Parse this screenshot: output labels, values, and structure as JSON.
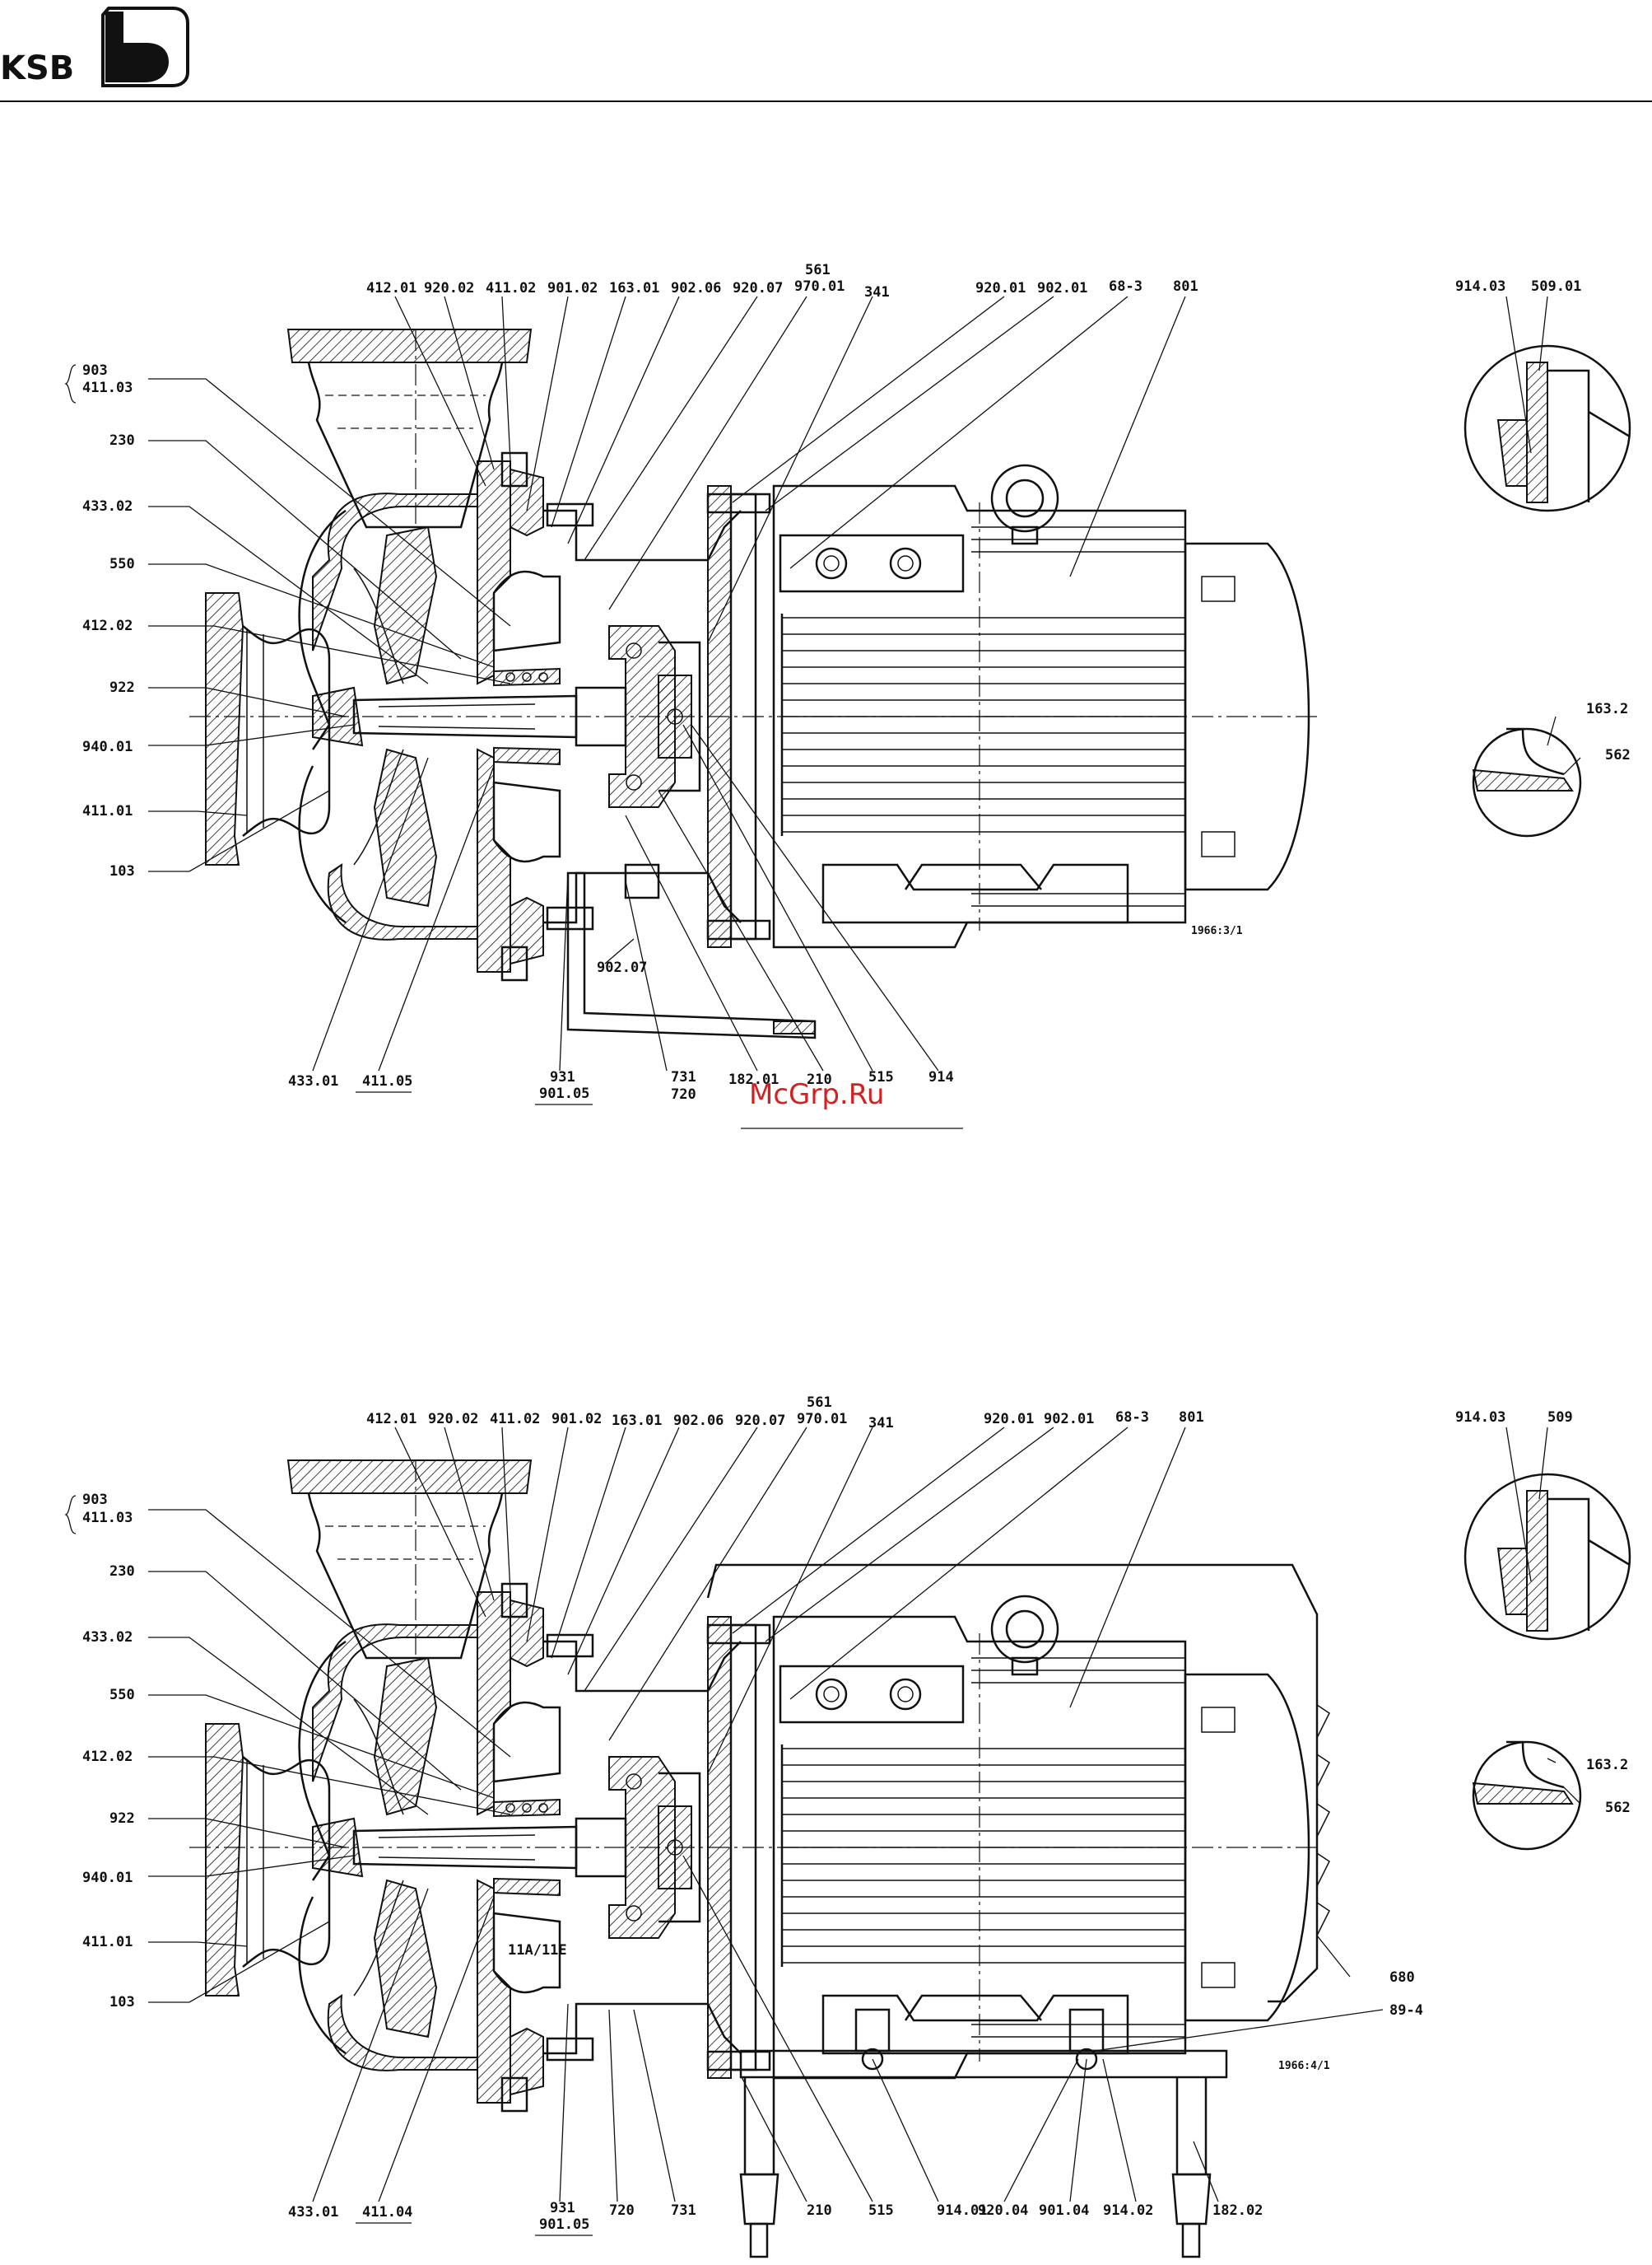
{
  "logo": {
    "text": "KSB"
  },
  "watermark": "McGrp.Ru",
  "drawing_codes": {
    "top": "1966:3/1",
    "bottom": "1966:4/1"
  },
  "labels_top": [
    "412.01",
    "920.02",
    "411.02",
    "901.02",
    "163.01",
    "902.06",
    "920.07",
    "561",
    "970.01",
    "341",
    "920.01",
    "902.01",
    "68-3",
    "801",
    "903",
    "411.03",
    "230",
    "433.02",
    "550",
    "412.02",
    "922",
    "940.01",
    "411.01",
    "103",
    "902.07",
    "433.01",
    "411.05",
    "931",
    "901.05",
    "731",
    "720",
    "182.01",
    "210",
    "515",
    "914",
    "914.03",
    "509.01",
    "163.2",
    "562"
  ],
  "labels_bottom": [
    "412.01",
    "920.02",
    "411.02",
    "901.02",
    "163.01",
    "902.06",
    "920.07",
    "561",
    "970.01",
    "341",
    "920.01",
    "902.01",
    "68-3",
    "801",
    "903",
    "411.03",
    "230",
    "433.02",
    "550",
    "412.02",
    "922",
    "940.01",
    "411.01",
    "103",
    "11A/11E",
    "680",
    "89-4",
    "433.01",
    "411.04",
    "931",
    "901.05",
    "720",
    "731",
    "210",
    "515",
    "914.01",
    "920.04",
    "901.04",
    "914.02",
    "182.02",
    "914.03",
    "509",
    "163.2",
    "562"
  ]
}
